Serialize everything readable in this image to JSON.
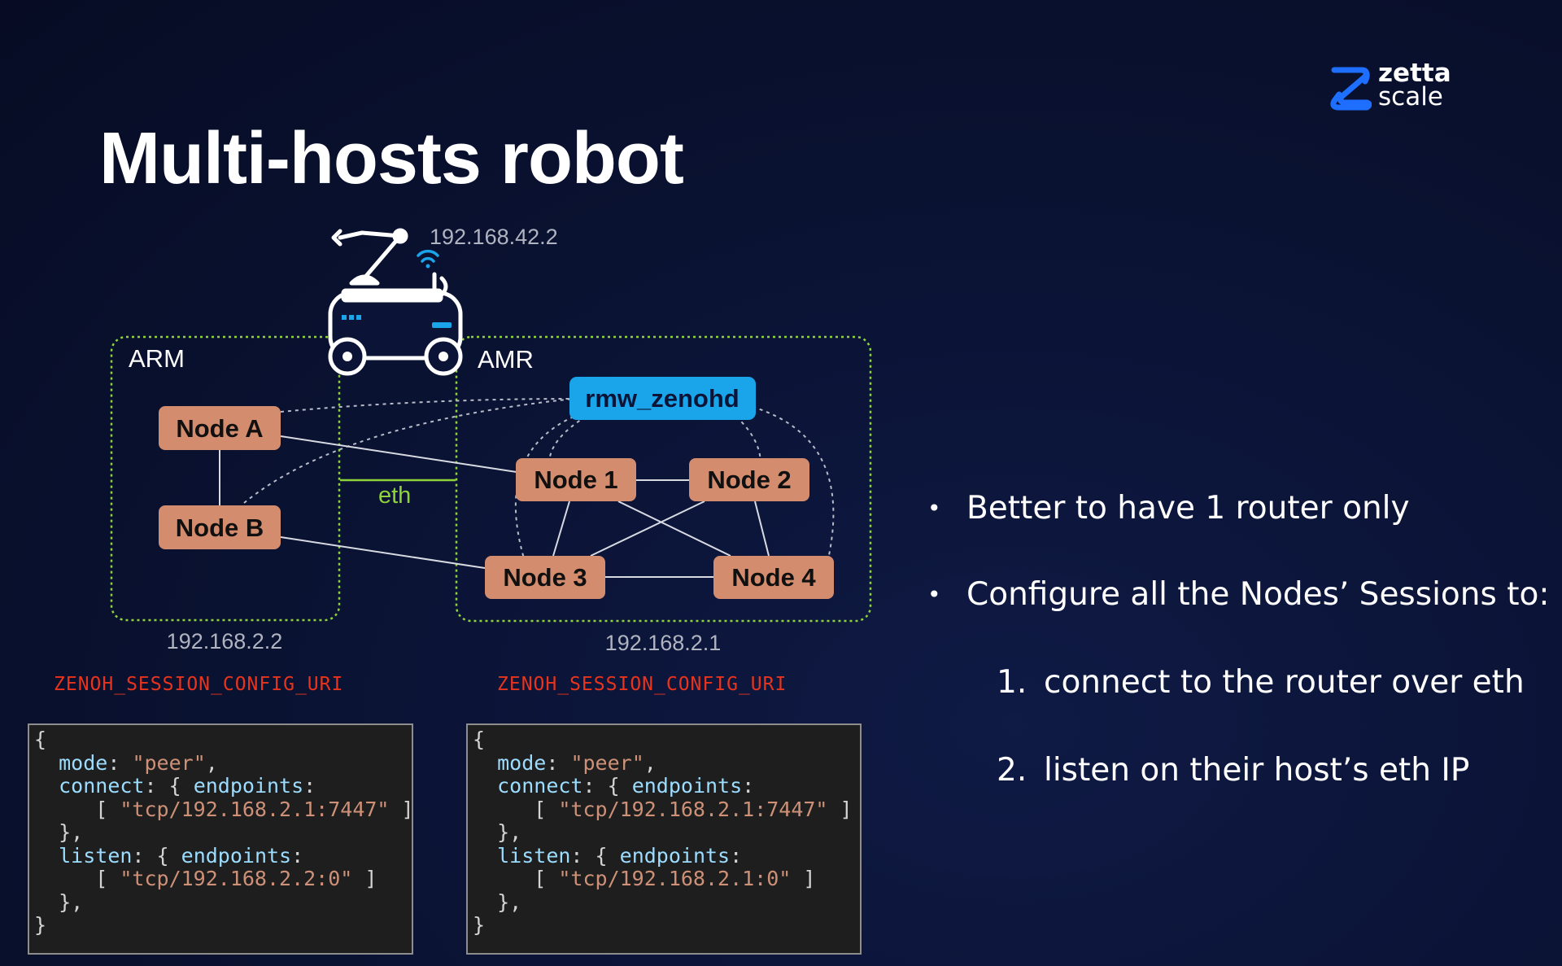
{
  "slide": {
    "title": "Multi-hosts robot",
    "logo": {
      "line1": "zetta",
      "line2": "scale",
      "mark": "zettascale-logo-mark",
      "accent": "#1e6fff"
    }
  },
  "diagram": {
    "robot_ip": "192.168.42.2",
    "arm": {
      "label": "ARM",
      "ip": "192.168.2.2",
      "nodes": [
        "Node A",
        "Node B"
      ]
    },
    "amr": {
      "label": "AMR",
      "ip": "192.168.2.1",
      "router": "rmw_zenohd",
      "nodes": [
        "Node 1",
        "Node 2",
        "Node 3",
        "Node 4"
      ]
    },
    "link_label": "eth",
    "colors": {
      "node_fill": "#d38c6e",
      "router_fill": "#1aa4ea",
      "box_border": "#8fd33a",
      "eth": "#8fd33a"
    },
    "icons": [
      "robot-icon",
      "wifi-icon"
    ]
  },
  "configs": {
    "arm": {
      "env_var": "ZENOH_SESSION_CONFIG_URI",
      "lines": [
        [
          {
            "t": "p",
            "v": "{"
          }
        ],
        [
          {
            "t": "p",
            "v": "  "
          },
          {
            "t": "k",
            "v": "mode"
          },
          {
            "t": "p",
            "v": ": "
          },
          {
            "t": "s",
            "v": "\"peer\""
          },
          {
            "t": "p",
            "v": ","
          }
        ],
        [
          {
            "t": "p",
            "v": "  "
          },
          {
            "t": "k",
            "v": "connect"
          },
          {
            "t": "p",
            "v": ": { "
          },
          {
            "t": "k",
            "v": "endpoints"
          },
          {
            "t": "p",
            "v": ":"
          }
        ],
        [
          {
            "t": "p",
            "v": "     [ "
          },
          {
            "t": "s",
            "v": "\"tcp/192.168.2.1:7447\""
          },
          {
            "t": "p",
            "v": " ]"
          }
        ],
        [
          {
            "t": "p",
            "v": "  },"
          }
        ],
        [
          {
            "t": "p",
            "v": "  "
          },
          {
            "t": "k",
            "v": "listen"
          },
          {
            "t": "p",
            "v": ": { "
          },
          {
            "t": "k",
            "v": "endpoints"
          },
          {
            "t": "p",
            "v": ":"
          }
        ],
        [
          {
            "t": "p",
            "v": "     [ "
          },
          {
            "t": "s",
            "v": "\"tcp/192.168.2.2:0\""
          },
          {
            "t": "p",
            "v": " ]"
          }
        ],
        [
          {
            "t": "p",
            "v": "  },"
          }
        ],
        [
          {
            "t": "p",
            "v": "}"
          }
        ]
      ]
    },
    "amr": {
      "env_var": "ZENOH_SESSION_CONFIG_URI",
      "lines": [
        [
          {
            "t": "p",
            "v": "{"
          }
        ],
        [
          {
            "t": "p",
            "v": "  "
          },
          {
            "t": "k",
            "v": "mode"
          },
          {
            "t": "p",
            "v": ": "
          },
          {
            "t": "s",
            "v": "\"peer\""
          },
          {
            "t": "p",
            "v": ","
          }
        ],
        [
          {
            "t": "p",
            "v": "  "
          },
          {
            "t": "k",
            "v": "connect"
          },
          {
            "t": "p",
            "v": ": { "
          },
          {
            "t": "k",
            "v": "endpoints"
          },
          {
            "t": "p",
            "v": ":"
          }
        ],
        [
          {
            "t": "p",
            "v": "     [ "
          },
          {
            "t": "s",
            "v": "\"tcp/192.168.2.1:7447\""
          },
          {
            "t": "p",
            "v": " ]"
          }
        ],
        [
          {
            "t": "p",
            "v": "  },"
          }
        ],
        [
          {
            "t": "p",
            "v": "  "
          },
          {
            "t": "k",
            "v": "listen"
          },
          {
            "t": "p",
            "v": ": { "
          },
          {
            "t": "k",
            "v": "endpoints"
          },
          {
            "t": "p",
            "v": ":"
          }
        ],
        [
          {
            "t": "p",
            "v": "     [ "
          },
          {
            "t": "s",
            "v": "\"tcp/192.168.2.1:0\""
          },
          {
            "t": "p",
            "v": " ]"
          }
        ],
        [
          {
            "t": "p",
            "v": "  },"
          }
        ],
        [
          {
            "t": "p",
            "v": "}"
          }
        ]
      ]
    }
  },
  "bullets": {
    "b1": "Better to have 1 router only",
    "b2": "Configure all the Nodes’ Sessions to:",
    "n1": {
      "num": "1.",
      "text": "connect to the router over eth"
    },
    "n2": {
      "num": "2.",
      "text": "listen on their host’s eth IP"
    }
  }
}
